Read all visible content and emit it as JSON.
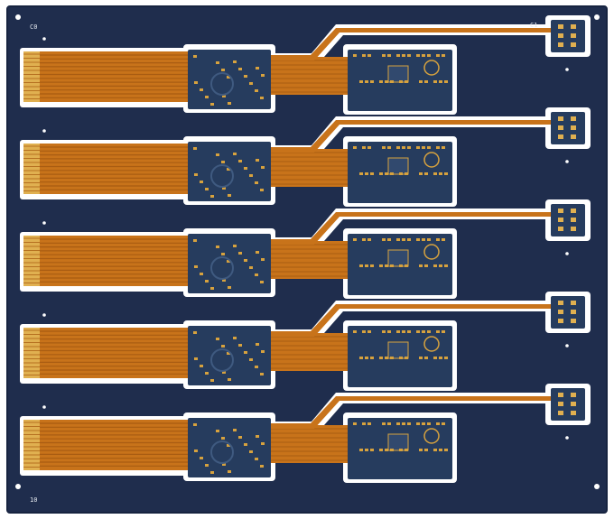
{
  "image": {
    "subject": "panel-of-rigid-flex-pcbs",
    "units_per_panel": 5
  },
  "colors": {
    "board": "#1f2d4d",
    "board_edge": "#172440",
    "rigid": "#263c5e",
    "flex": "#c8731a",
    "flex_dark": "#a95c12",
    "copper": "#d7a23e",
    "pad_gold": "#e0b050",
    "cutout": "#ffffff"
  },
  "silkscreen": {
    "corner_top_left": "C0",
    "corner_top_right": "C1",
    "corner_bottom_left": "10"
  }
}
